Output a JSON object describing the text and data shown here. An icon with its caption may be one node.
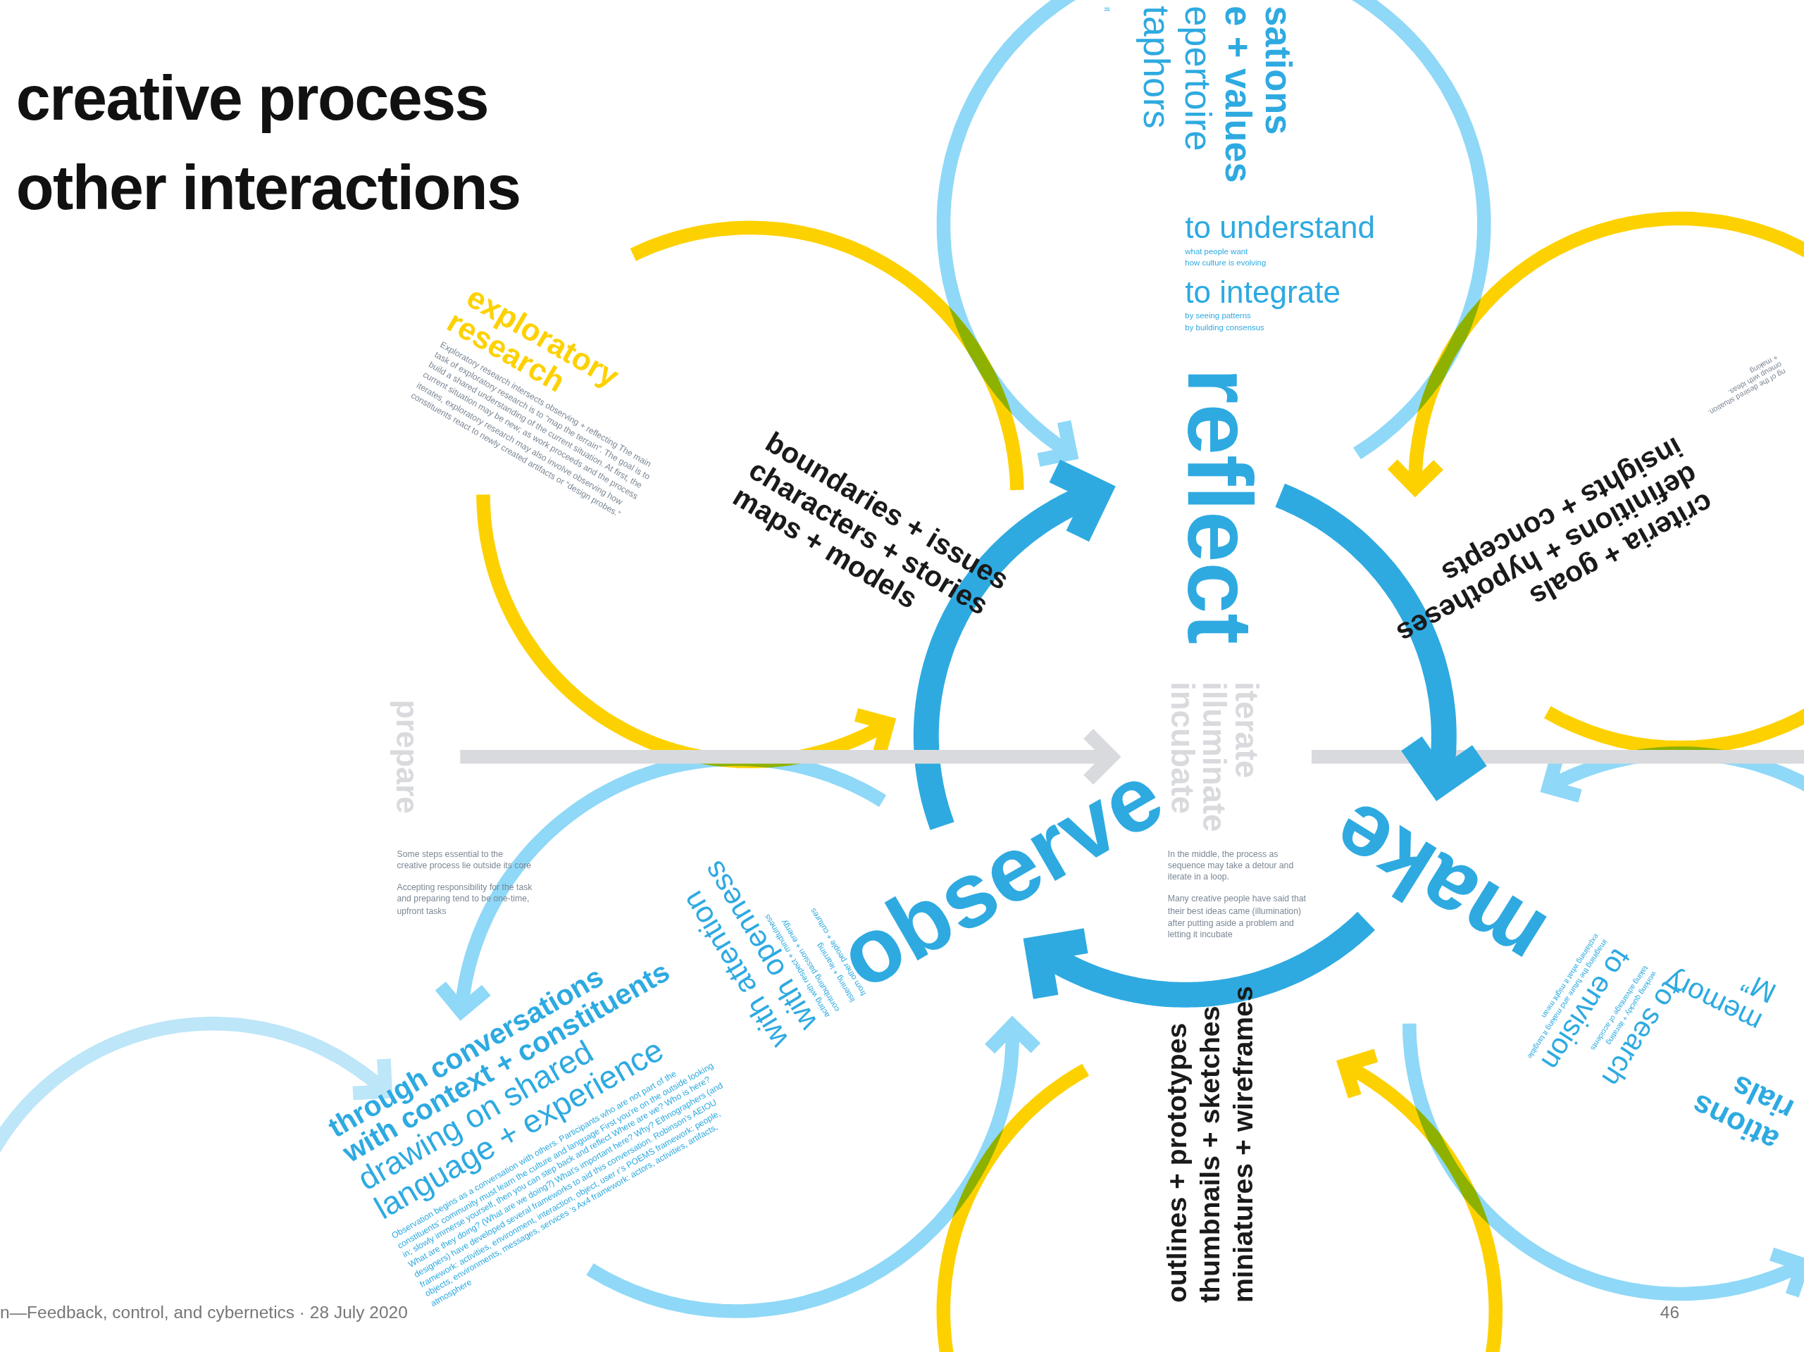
{
  "diagram": {
    "title": "creative process other interactions",
    "nodes": [
      {
        "text": [
          "observe"
        ]
      },
      {
        "text": [
          "reflect"
        ]
      },
      {
        "text": [
          "make"
        ]
      },
      {
        "text": [
          "prepare"
        ]
      },
      {
        "text": [
          "iterate illuminate incubate"
        ]
      }
    ],
    "edges": [
      {
        "from": 0,
        "to": 1,
        "arrow": "to"
      },
      {
        "from": 1,
        "to": 2,
        "arrow": "to"
      },
      {
        "from": 2,
        "to": 0,
        "arrow": "to"
      },
      {
        "from": 3,
        "to": 4,
        "arrow": "to",
        "color": "#d9dadd"
      }
    ],
    "labels": [
      "it",
      "taphors",
      "epertoire",
      "e + values",
      "sations",
      "to understand",
      "what people want",
      "how culture is evolving",
      "to integrate",
      "by seeing patterns",
      "by building consensus",
      "exploratory",
      "research",
      "Exploratory research intersects observing + reflecting The main task of exploratory research is to “map the terrain”. The goal is to build a shared understanding of the current situation. At first, the current situation may be new; as work proceeds and the process iterates, exploratory research may also involve observing how constituents react to newly created artifacts or “design probes.”",
      "boundaries + issues",
      "characters + stories",
      "maps + models",
      "ng of the desired situation.",
      "omeup with ideas.",
      "+ making",
      "criteria + goals",
      "definitions + hypotheses",
      "insights + concepts",
      "Some steps essential to the creative process lie outside its core",
      "Accepting responsibility for the task and preparing tend to be one-time, upfront tasks",
      "In the middle, the process as sequence may take a detour and iterate in a loop.",
      "Many creative people have said that their best ideas came (illumination) after putting aside a problem and letting it incubate",
      "with attention",
      "with openness",
      "acting with respect + mindfulness",
      "contributing passion + energy",
      "listening + learning",
      "from other people + cultures",
      "through conversations",
      "with context + constituents",
      "drawing on shared",
      "language + experience",
      "Observation begins as a conversation with others. Participants who are not part of the constituents’ community must learn the culture and language First you’re on the outside looking in; slowly immerse yourself, then you can step back and reflect Where are we? Who is here? What are they doing? (What are we doing?) What’s important here? Why? Ethnographers (and designers) have developed several frameworks to aid this conversation. Robinson’s AEIOU framework: activities, environment, interaction, object, user r’s POEMS framework: people, objects, environments, messages, services ’s Ax4 framework: actors, activities, artifacts, atmosphere",
      "outlines + prototypes",
      "thumbnails + sketches",
      "miniatures + wireframes",
      "ations",
      "rials",
      "memory",
      "M”",
      "to search",
      "working quickly + iterating",
      "taking advantage of accidents",
      "to envision",
      "imagining the future and making it tangible",
      "explaining what it might mean",
      "n—Feedback, control, and cybernetics · 28 July 2020",
      "46"
    ]
  }
}
